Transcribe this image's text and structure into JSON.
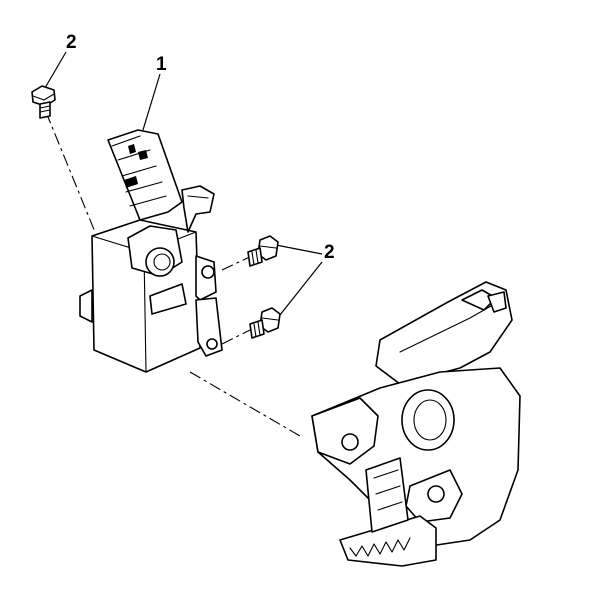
{
  "callouts": {
    "top_left": "2",
    "bracket": "1",
    "right": "2"
  }
}
